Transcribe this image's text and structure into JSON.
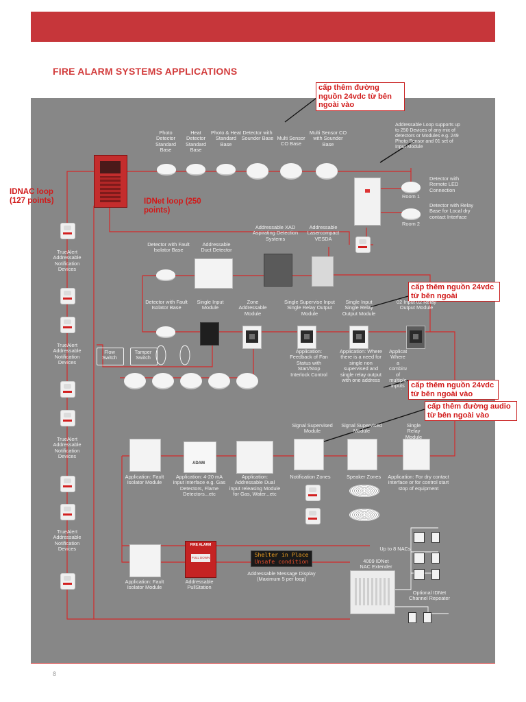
{
  "header": {
    "title": "FIRE ALARM SYSTEMS APPLICATIONS",
    "page_number": "8"
  },
  "callouts": {
    "power_top": "cấp thêm đường nguồn 24vdc từ bên ngoài vào",
    "power_zone": "cấp thêm nguồn 24vdc từ bên ngoài",
    "power_relay": "cấp thêm nguồn 24vdc từ bên ngoài vào",
    "audio": "cấp thêm đường audio từ bên ngoài vào"
  },
  "loops": {
    "idnac": "IDNAC loop (127 points)",
    "idnet": "IDNet loop (250 points)"
  },
  "top_bases": [
    "Photo Detector Standard Base",
    "Heat Detector Standard Base",
    "Photo & Heat Standard Base",
    "Detector with Sounder Base",
    "Multi Sensor CO Base",
    "Multi Sensor CO with Sounder Base"
  ],
  "loop_note": "Addressable Loop supports up to 250 Devices of any mix of detectors or Modules e.g. 249 Photo Sensor and 01 set of Input Module",
  "remote": {
    "led_label": "Detector with Remote LED Connection",
    "relay_label": "Detector with Relay Base for Local dry contact Interface",
    "room1": "Room 1",
    "room2": "Room 2"
  },
  "notification": {
    "label1": "TrueAlert Addressable Notification Devices",
    "label2": "TrueAlert Addressable Notification Devices",
    "label3": "TrueAlert Addressable Notification Devices",
    "label4": "TrueAlert Addressable Notification Devices",
    "fire_text": "FIRE"
  },
  "row2": {
    "iso_base": "Detector with Fault Isolator Base",
    "duct": "Addressable Duct Detector",
    "xad": "Addressable XAD Aspirating Detection Systems",
    "vesda": "Addressable Lasercompact VESDA"
  },
  "row3": {
    "iso_base": "Detector with Fault Isolator Base",
    "single_input": "Single Input Module",
    "zone": "Zone Addressable Module",
    "ssi": "Single Supervise Input Single Relay Output Module",
    "sisr": "Single Input Single Relay Output Module",
    "relay2": "02 Input 02 Relay Output Module",
    "flow": "Flow Switch",
    "tamper": "Tamper Switch",
    "app_ssi": "Application: Feedback of Fan Status with Start/Stop Interlock Control",
    "app_sisr": "Application: Where there is a need for single non supervised and single relay output with one address",
    "app_relay2": "Application: Where a combination of multiple inputs and outputs is required from one module"
  },
  "row4": {
    "signal1": "Signal Supervised Module",
    "signal2": "Signal Supervised Module",
    "single_relay": "Single Relay Module",
    "app_iso": "Application: Fault Isolator Module",
    "app_420": "Application: 4-20 mA input interface e.g. Gas Detectors, Flame Detectors...etc",
    "app_dual": "Application: Addressable Dual input releasing Module for Gas, Water...etc",
    "notif_zones": "Notification Zones",
    "speaker_zones": "Speaker Zones",
    "app_relay": "Application: For dry contact interface or for control start stop of equipment",
    "brand": "ADAM"
  },
  "row5": {
    "app_iso": "Application: Fault Isolator Module",
    "pull": "Addressable PullStation",
    "pull_sign": "FIRE ALARM",
    "pull_action": "PULL DOWN",
    "msg_line1": "Shelter in Place",
    "msg_line2": "Unsafe condition",
    "msg_label": "Addressable Message Display (Maximum 5 per loop)",
    "up_to": "Up to 8 NACs",
    "extender": "4009 IDNet NAC Extender",
    "repeater": "Optional IDNet Channel Repeater"
  },
  "colors": {
    "wire": "#d42a2a",
    "panel_bg": "#878787",
    "banner": "#c6363a",
    "title": "#d23b3b"
  }
}
